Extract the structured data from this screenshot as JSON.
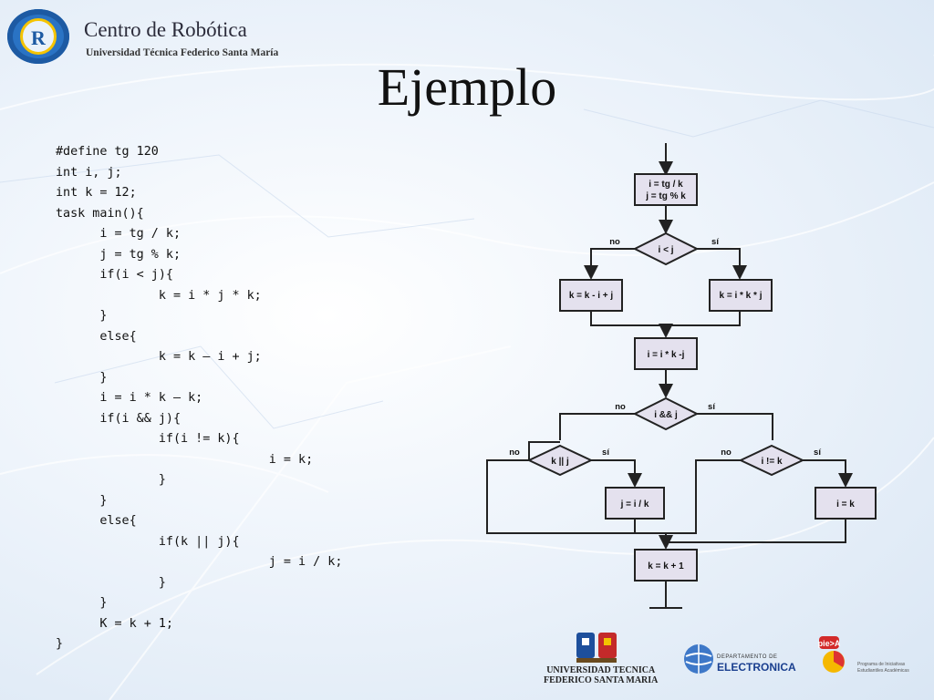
{
  "header": {
    "org_name": "Centro de Robótica",
    "org_subtitle": "Universidad Técnica Federico Santa María",
    "logo_icon": "robotics-logo-icon"
  },
  "slide": {
    "title": "Ejemplo"
  },
  "code_lines": [
    "#define tg 120",
    "int i, j;",
    "int k = 12;",
    "task main(){",
    "      i = tg / k;",
    "      j = tg % k;",
    "      if(i < j){",
    "              k = i * j * k;",
    "      }",
    "      else{",
    "              k = k – i + j;",
    "      }",
    "      i = i * k – k;",
    "      if(i && j){",
    "              if(i != k){",
    "                             i = k;",
    "              }",
    "      }",
    "      else{",
    "              if(k || j){",
    "                             j = i / k;",
    "              }",
    "      }",
    "      K = k + 1;",
    "}"
  ],
  "flowchart": {
    "box1_line1": "i = tg / k",
    "box1_line2": "j = tg % k",
    "dec1": "i < j",
    "dec1_no": "no",
    "dec1_yes": "sí",
    "box_left1": "k = k - i + j",
    "box_right1": "k = i * k * j",
    "box2": "i = i * k -j",
    "dec2": "i && j",
    "dec2_no": "no",
    "dec2_yes": "sí",
    "dec3": "k || j",
    "dec3_no": "no",
    "dec3_yes": "sí",
    "dec4": "i != k",
    "dec4_no": "no",
    "dec4_yes": "sí",
    "box_j": "j = i / k",
    "box_i": "i = k",
    "box_final": "k = k + 1"
  },
  "footer": {
    "utfsm_line1": "UNIVERSIDAD TECNICA",
    "utfsm_line2": "FEDERICO SANTA MARIA",
    "dept_small": "DEPARTAMENTO DE",
    "dept_big": "ELECTRONICA",
    "piea_logo_text": "pie>A",
    "piea_line1": "Programa de Iniciativas",
    "piea_line2": "Estudiantiles Académicas"
  },
  "colors": {
    "box_fill": "#e4e1ee",
    "box_stroke": "#222222",
    "accent_blue": "#1d5aa3"
  }
}
